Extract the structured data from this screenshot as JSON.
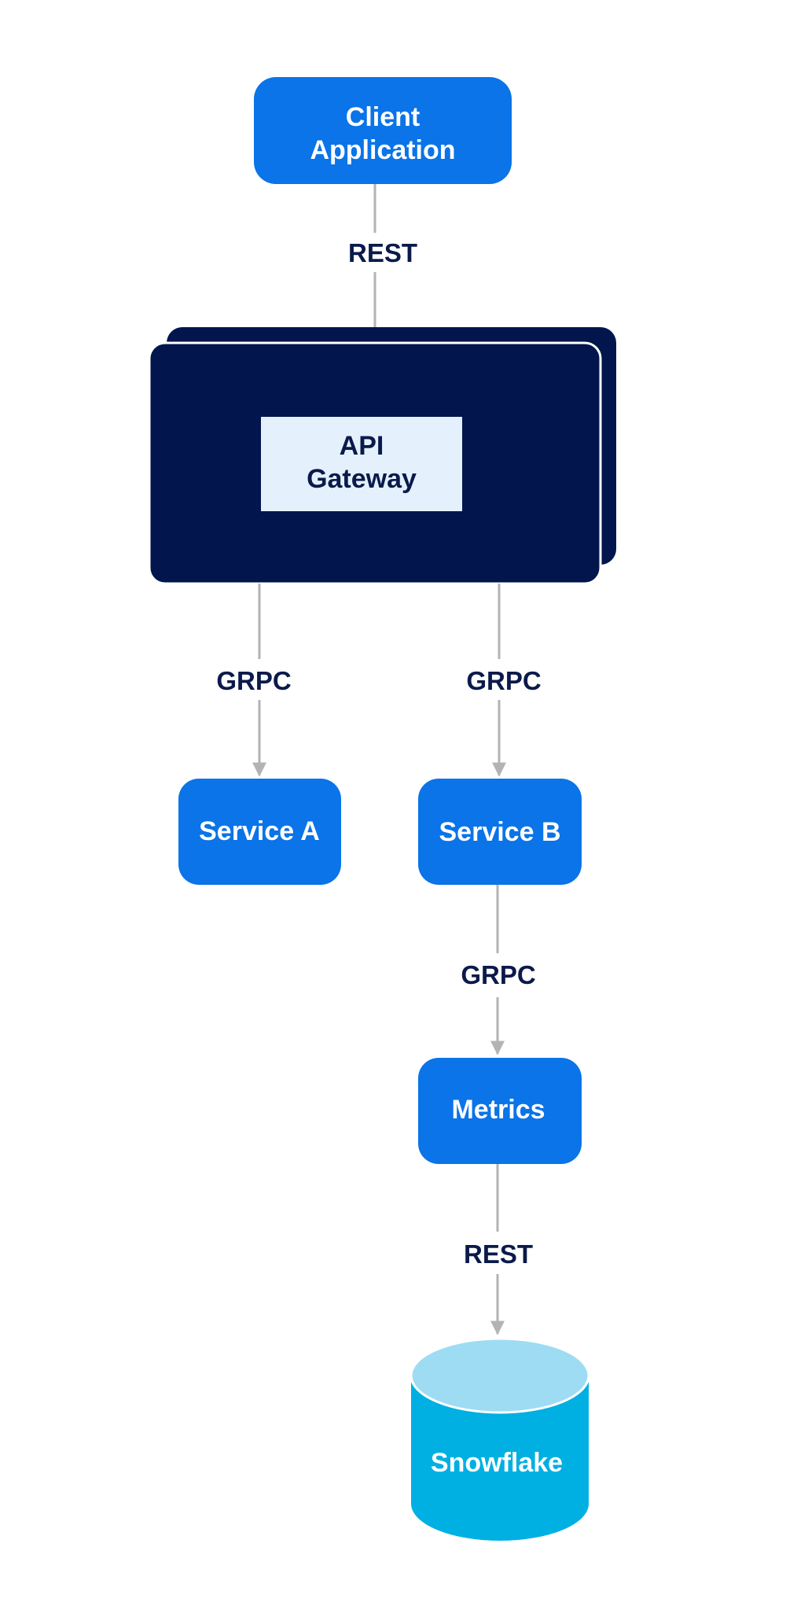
{
  "colors": {
    "node_blue": "#0a74e8",
    "gateway_dark": "#02154c",
    "gateway_inner": "#e4f1fd",
    "edge": "#b3b3b3",
    "label_dark": "#0a1a4a",
    "db_body": "#00b0e2",
    "db_top": "#9edcf4"
  },
  "nodes": {
    "client": {
      "lines": [
        "Client",
        "Application"
      ]
    },
    "gateway": {
      "lines": [
        "API",
        "Gateway"
      ]
    },
    "service_a": {
      "lines": [
        "Service A"
      ]
    },
    "service_b": {
      "lines": [
        "Service B"
      ]
    },
    "metrics": {
      "lines": [
        "Metrics"
      ]
    },
    "snowflake": {
      "lines": [
        "Snowflake"
      ]
    }
  },
  "edges": [
    {
      "from": "Client Application",
      "to": "API Gateway",
      "label": "REST"
    },
    {
      "from": "API Gateway",
      "to": "Service A",
      "label": "GRPC"
    },
    {
      "from": "API Gateway",
      "to": "Service B",
      "label": "GRPC"
    },
    {
      "from": "Service B",
      "to": "Metrics",
      "label": "GRPC"
    },
    {
      "from": "Metrics",
      "to": "Snowflake",
      "label": "REST"
    }
  ]
}
